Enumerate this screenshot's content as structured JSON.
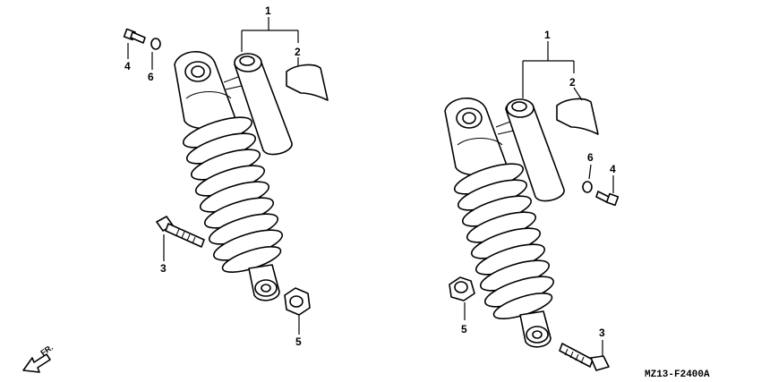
{
  "diagram": {
    "drawing_code": "MZ13-F2400A",
    "direction_label": "FR.",
    "callouts": {
      "left": {
        "shock": "1",
        "collar": "2",
        "bolt_long": "3",
        "bolt_small": "4",
        "nut": "5",
        "washer": "6"
      },
      "right": {
        "shock": "1",
        "collar": "2",
        "bolt_long": "3",
        "bolt_small": "4",
        "nut": "5",
        "washer": "6"
      }
    }
  }
}
